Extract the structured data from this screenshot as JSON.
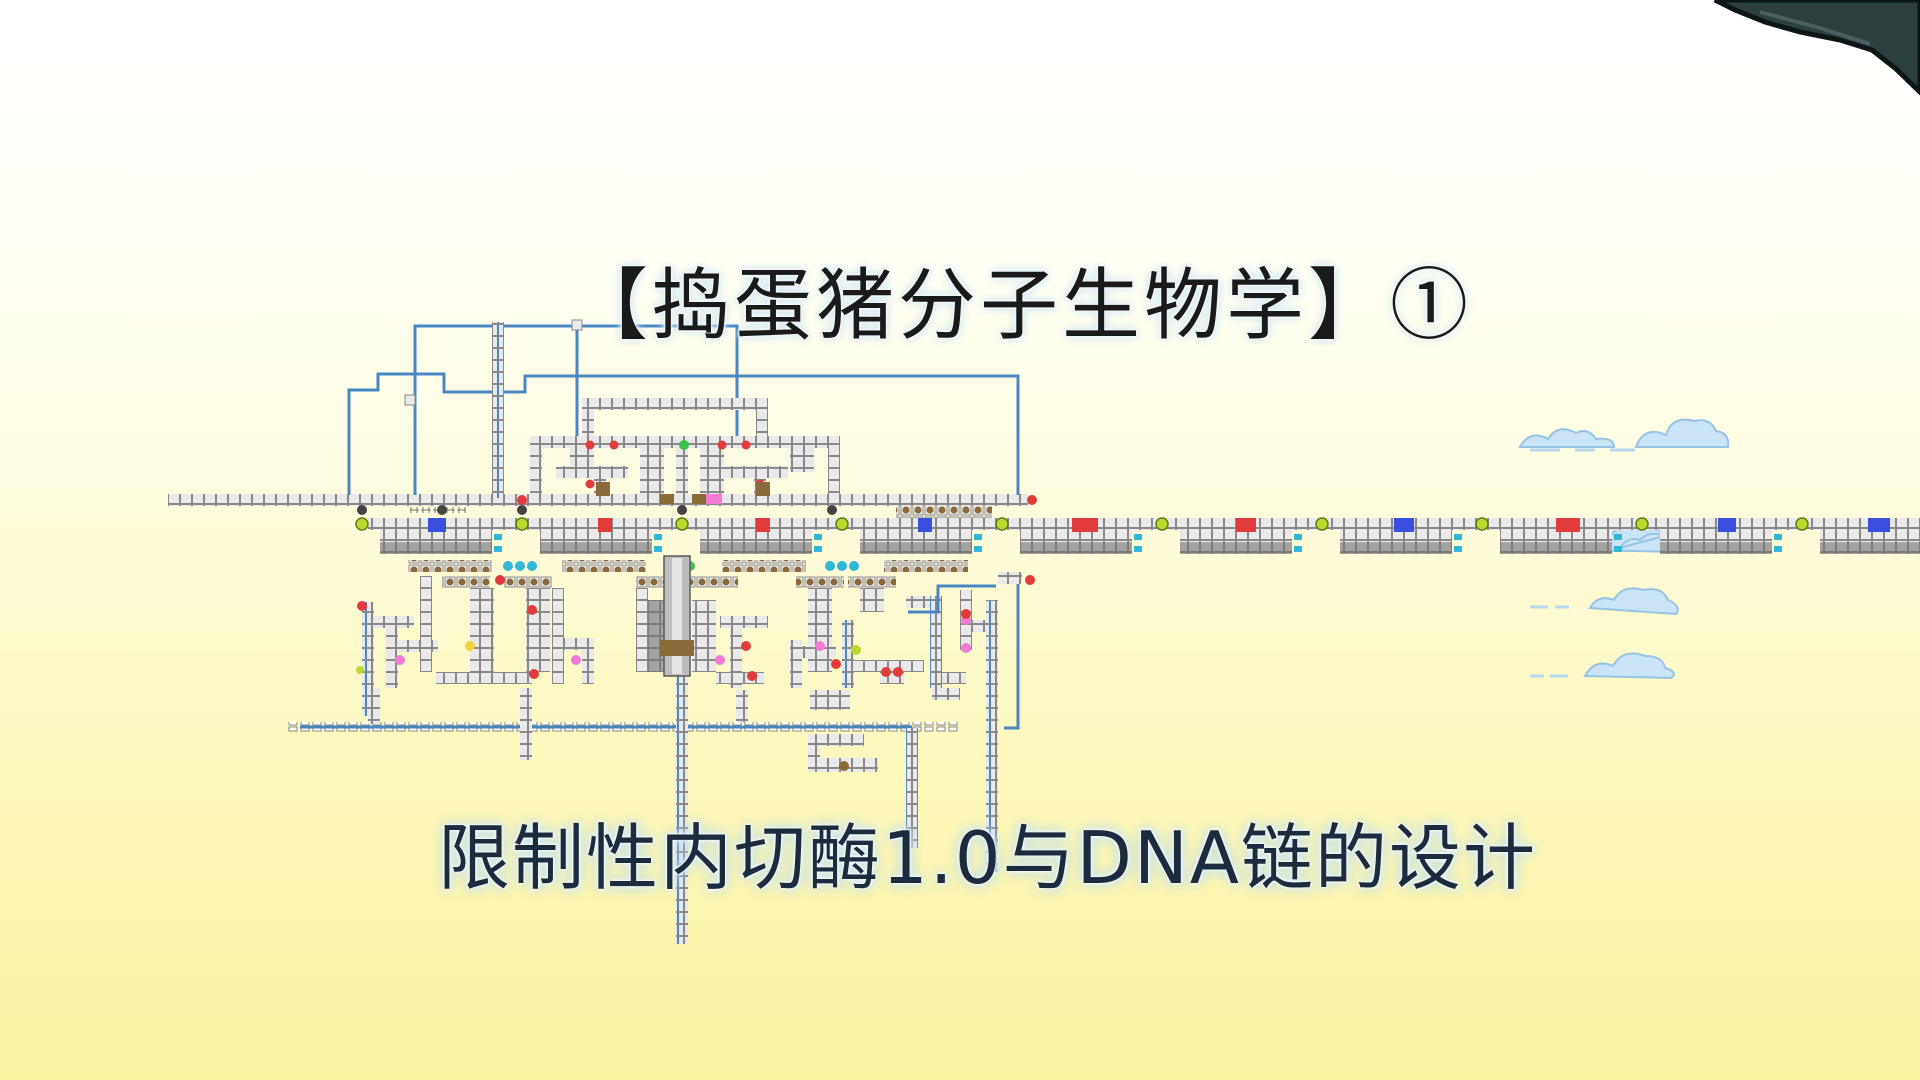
{
  "video_title": {
    "main": "【捣蛋猪分子生物学】①",
    "subtitle": "限制性内切酶1.0与DNA链的设计"
  },
  "colors": {
    "block_light": "#e9e9e9",
    "block_border": "#8a8a8a",
    "block_gray": "#9a9a9a",
    "wire_blue": "#4a86c2",
    "wheel_brown": "#8b6a3a",
    "marker_red": "#e13b3b",
    "marker_blue": "#3a4fe0",
    "marker_pink": "#f27ad4",
    "marker_cyan": "#31b8d8",
    "marker_green": "#3fc24a",
    "cloud_blue": "#cbe4f5"
  },
  "icons": {
    "machine": "contraption-blocks",
    "corner": "dark-rock-corner",
    "clouds": "cloud-shape"
  }
}
